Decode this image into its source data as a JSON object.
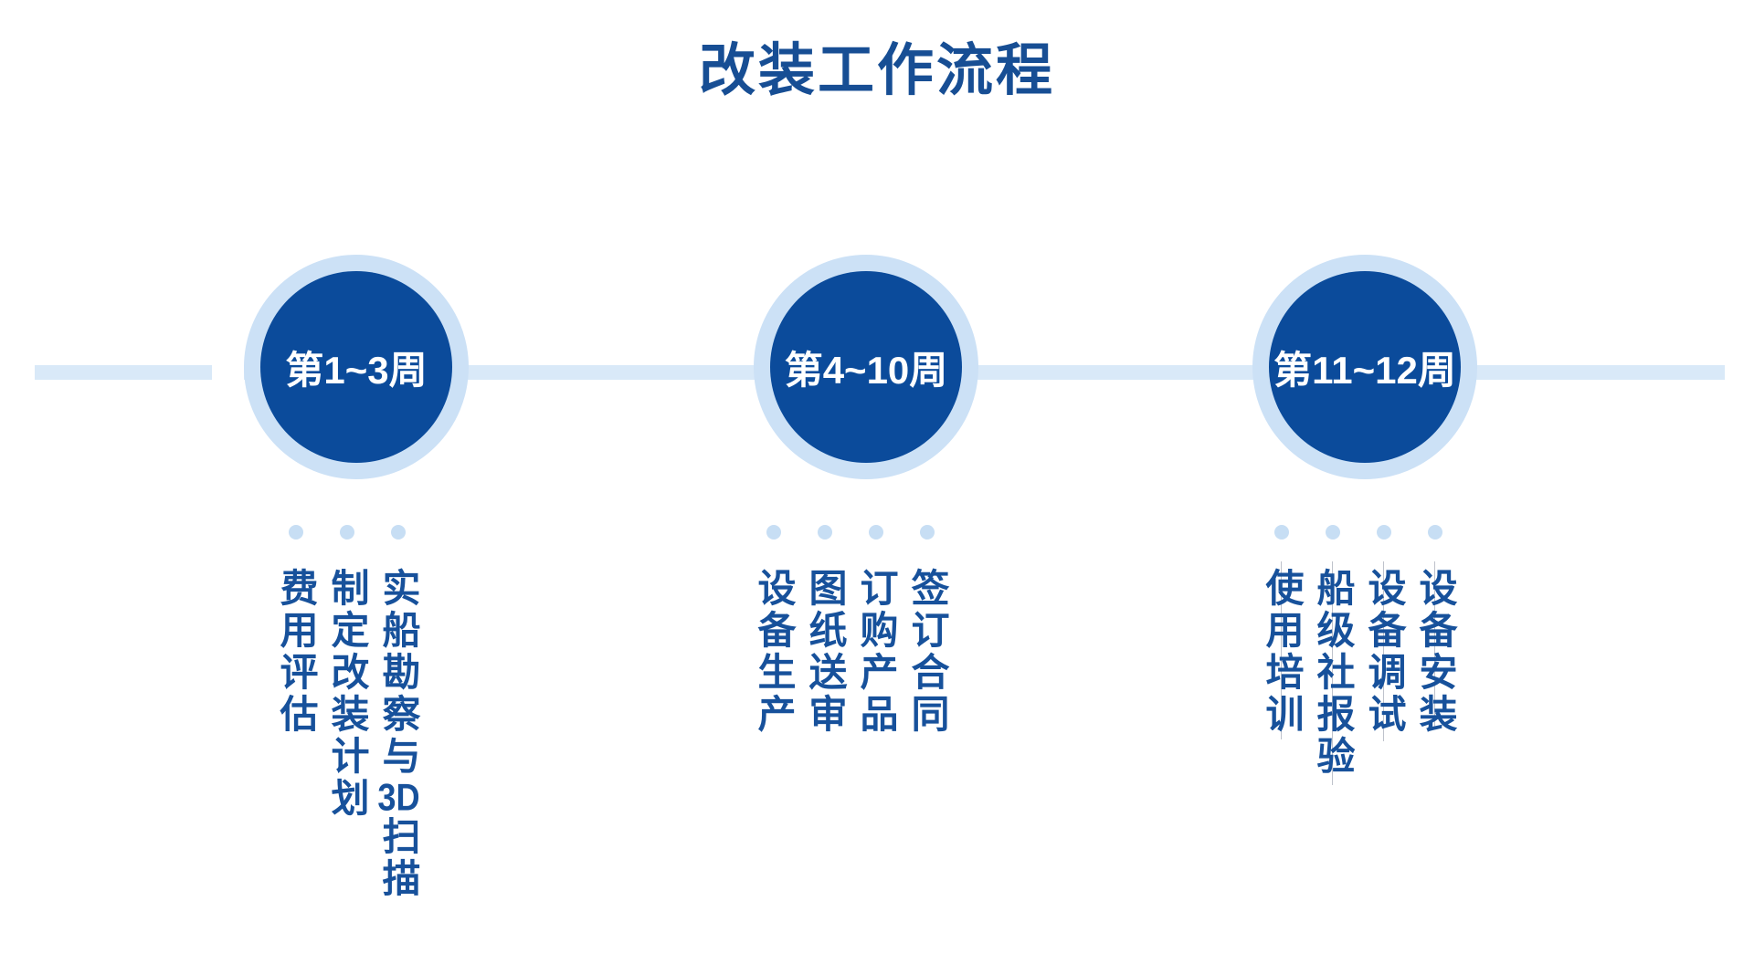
{
  "title": "改装工作流程",
  "colors": {
    "circle_fill": "#0b4b9b",
    "circle_ring": "#cce1f6",
    "timeline_line": "#d9e9f8",
    "bullet_dot": "#c7def4",
    "title_text": "#174e94",
    "task_text": "#17519b",
    "circle_label_text": "#ffffff",
    "background": "#ffffff"
  },
  "timeline": {
    "stages": [
      {
        "label": "第1~3周",
        "tasks": [
          {
            "before": "费用评估",
            "latin": "",
            "after": ""
          },
          {
            "before": "制定改装计划",
            "latin": "",
            "after": ""
          },
          {
            "before": "实船勘察与",
            "latin": "3D",
            "after": "扫描"
          }
        ]
      },
      {
        "label": "第4~10周",
        "tasks": [
          {
            "before": "设备生产",
            "latin": "",
            "after": ""
          },
          {
            "before": "图纸送审",
            "latin": "",
            "after": ""
          },
          {
            "before": "订购产品",
            "latin": "",
            "after": ""
          },
          {
            "before": "签订合同",
            "latin": "",
            "after": ""
          }
        ]
      },
      {
        "label": "第11~12周",
        "tasks": [
          {
            "before": "使用培训",
            "latin": "",
            "after": ""
          },
          {
            "before": "船级社报验",
            "latin": "",
            "after": ""
          },
          {
            "before": "设备调试",
            "latin": "",
            "after": ""
          },
          {
            "before": "设备安装",
            "latin": "",
            "after": ""
          }
        ]
      }
    ]
  }
}
